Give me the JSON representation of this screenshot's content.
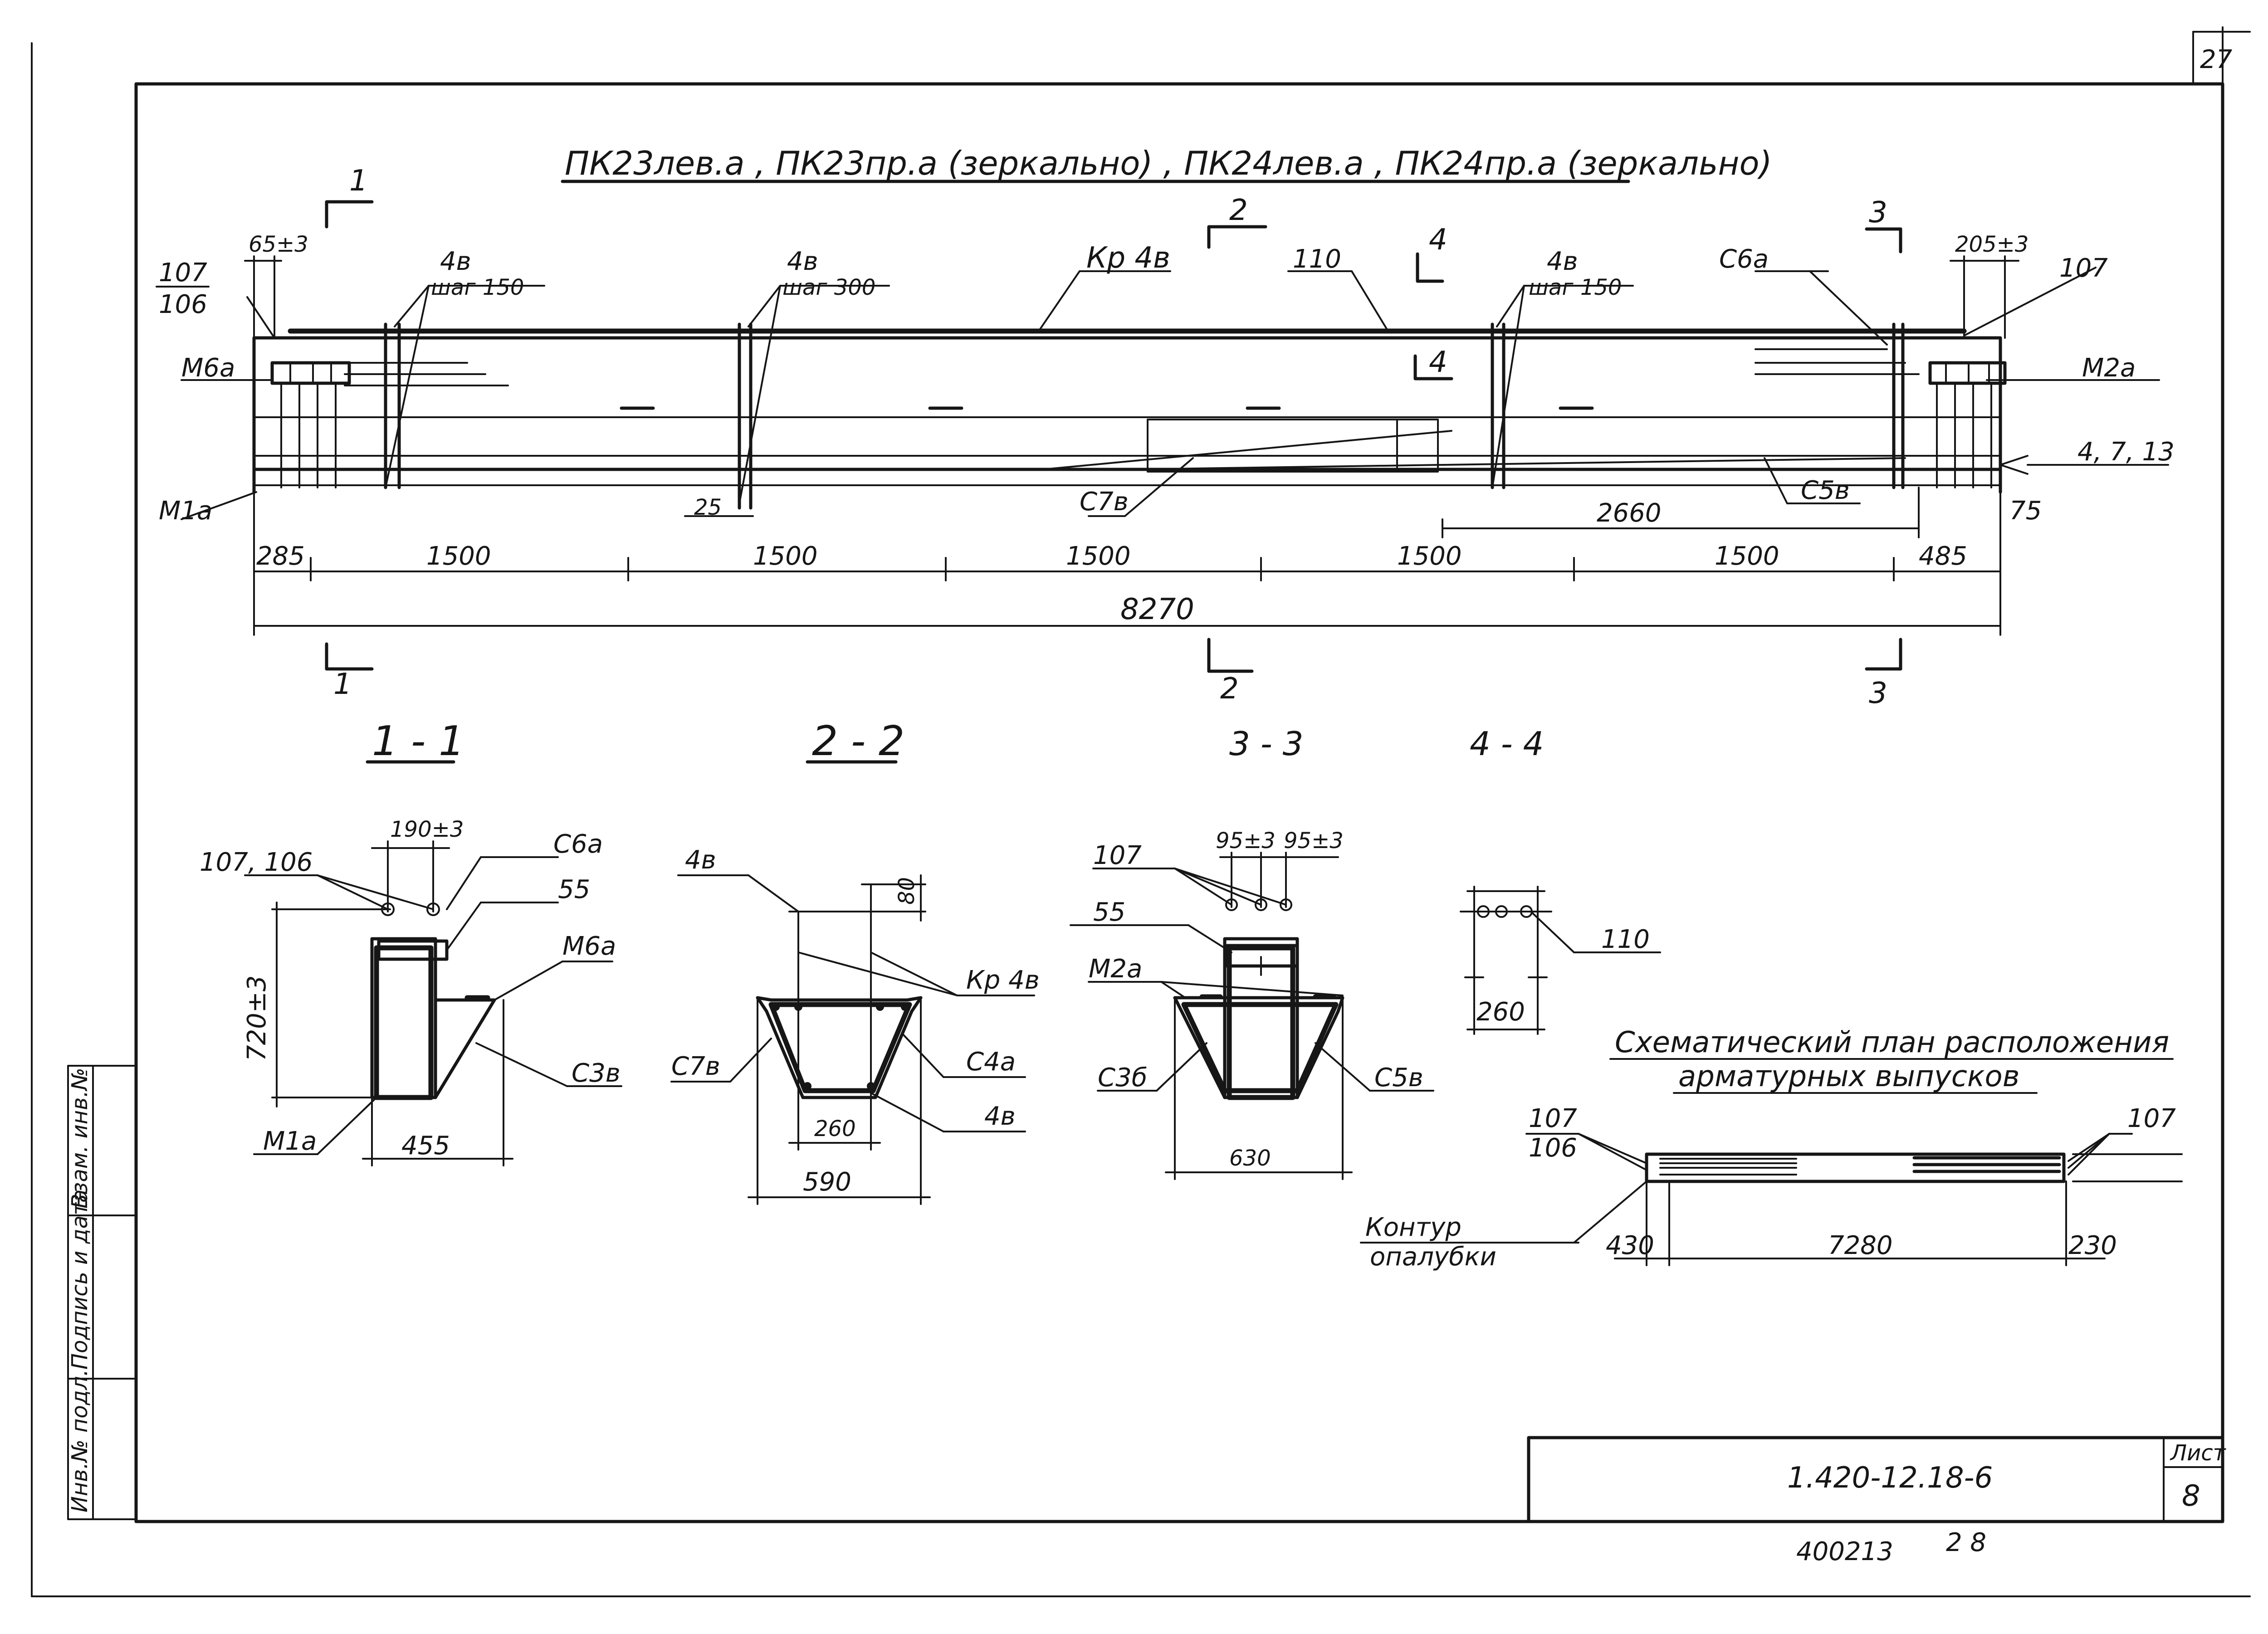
{
  "sheet": {
    "corner_number": "27",
    "title": "ПК23лев.а , ПК23пр.а (зеркально) , ПК24лев.а , ПК24пр.а (зеркально)",
    "code": "1.420-12.18-6",
    "list_label": "Лист",
    "list_number": "8",
    "bottom_note": "400213",
    "bottom_note2": "2 8"
  },
  "stamp_column": [
    "Инв.№ подл.",
    "Подпись и дата",
    "Взам. инв.№"
  ],
  "elevation": {
    "section_marks": [
      "1",
      "2",
      "3",
      "4"
    ],
    "callouts": {
      "left_107": "107",
      "left_106": "106",
      "left_65": "65±3",
      "left_m6a": "М6а",
      "left_m1a": "М1а",
      "l_4v_1": "4в",
      "l_step_150": "шаг 150",
      "l_4v_2": "4в",
      "l_step_300": "шаг 300",
      "kr4v": "Кр 4в",
      "n110": "110",
      "r_4v": "4в",
      "r_step_150": "шаг 150",
      "c6a": "С6а",
      "r_205": "205±3",
      "r_107": "107",
      "m2a": "М2а",
      "n4713": "4, 7, 13",
      "c5v": "С5в",
      "n75": "75",
      "c7v": "С7в",
      "n25": "25",
      "n2660": "2660"
    },
    "dims": [
      "285",
      "1500",
      "1500",
      "1500",
      "1500",
      "1500",
      "485"
    ],
    "total": "8270"
  },
  "sections": {
    "s11": {
      "title": "1 - 1",
      "l107106": "107, 106",
      "w190": "190±3",
      "c6a": "С6а",
      "n55": "55",
      "m6a": "М6а",
      "h720": "720±3",
      "c3v": "С3в",
      "m1a": "М1а",
      "w455": "455"
    },
    "s22": {
      "title": "2 - 2",
      "n4v_top": "4в",
      "n80": "80",
      "kr4v": "Кр 4в",
      "c7v": "С7в",
      "c4a": "С4а",
      "n4v_bot": "4в",
      "w260": "260",
      "w590": "590"
    },
    "s33": {
      "title": "3 - 3",
      "n107": "107",
      "d95a": "95±3",
      "d95b": "95±3",
      "n55": "55",
      "m2a": "М2а",
      "c3b": "С3б",
      "c5v": "С5в",
      "w630": "630"
    },
    "s44": {
      "title": "4 - 4",
      "n110": "110",
      "w260": "260"
    }
  },
  "plan": {
    "title_line1": "Схематический план расположения",
    "title_line2": "арматурных выпусков",
    "l107": "107",
    "l106": "106",
    "r107": "107",
    "contour1": "Контур",
    "contour2": "опалубки",
    "d430": "430",
    "d7280": "7280",
    "d230": "230"
  }
}
